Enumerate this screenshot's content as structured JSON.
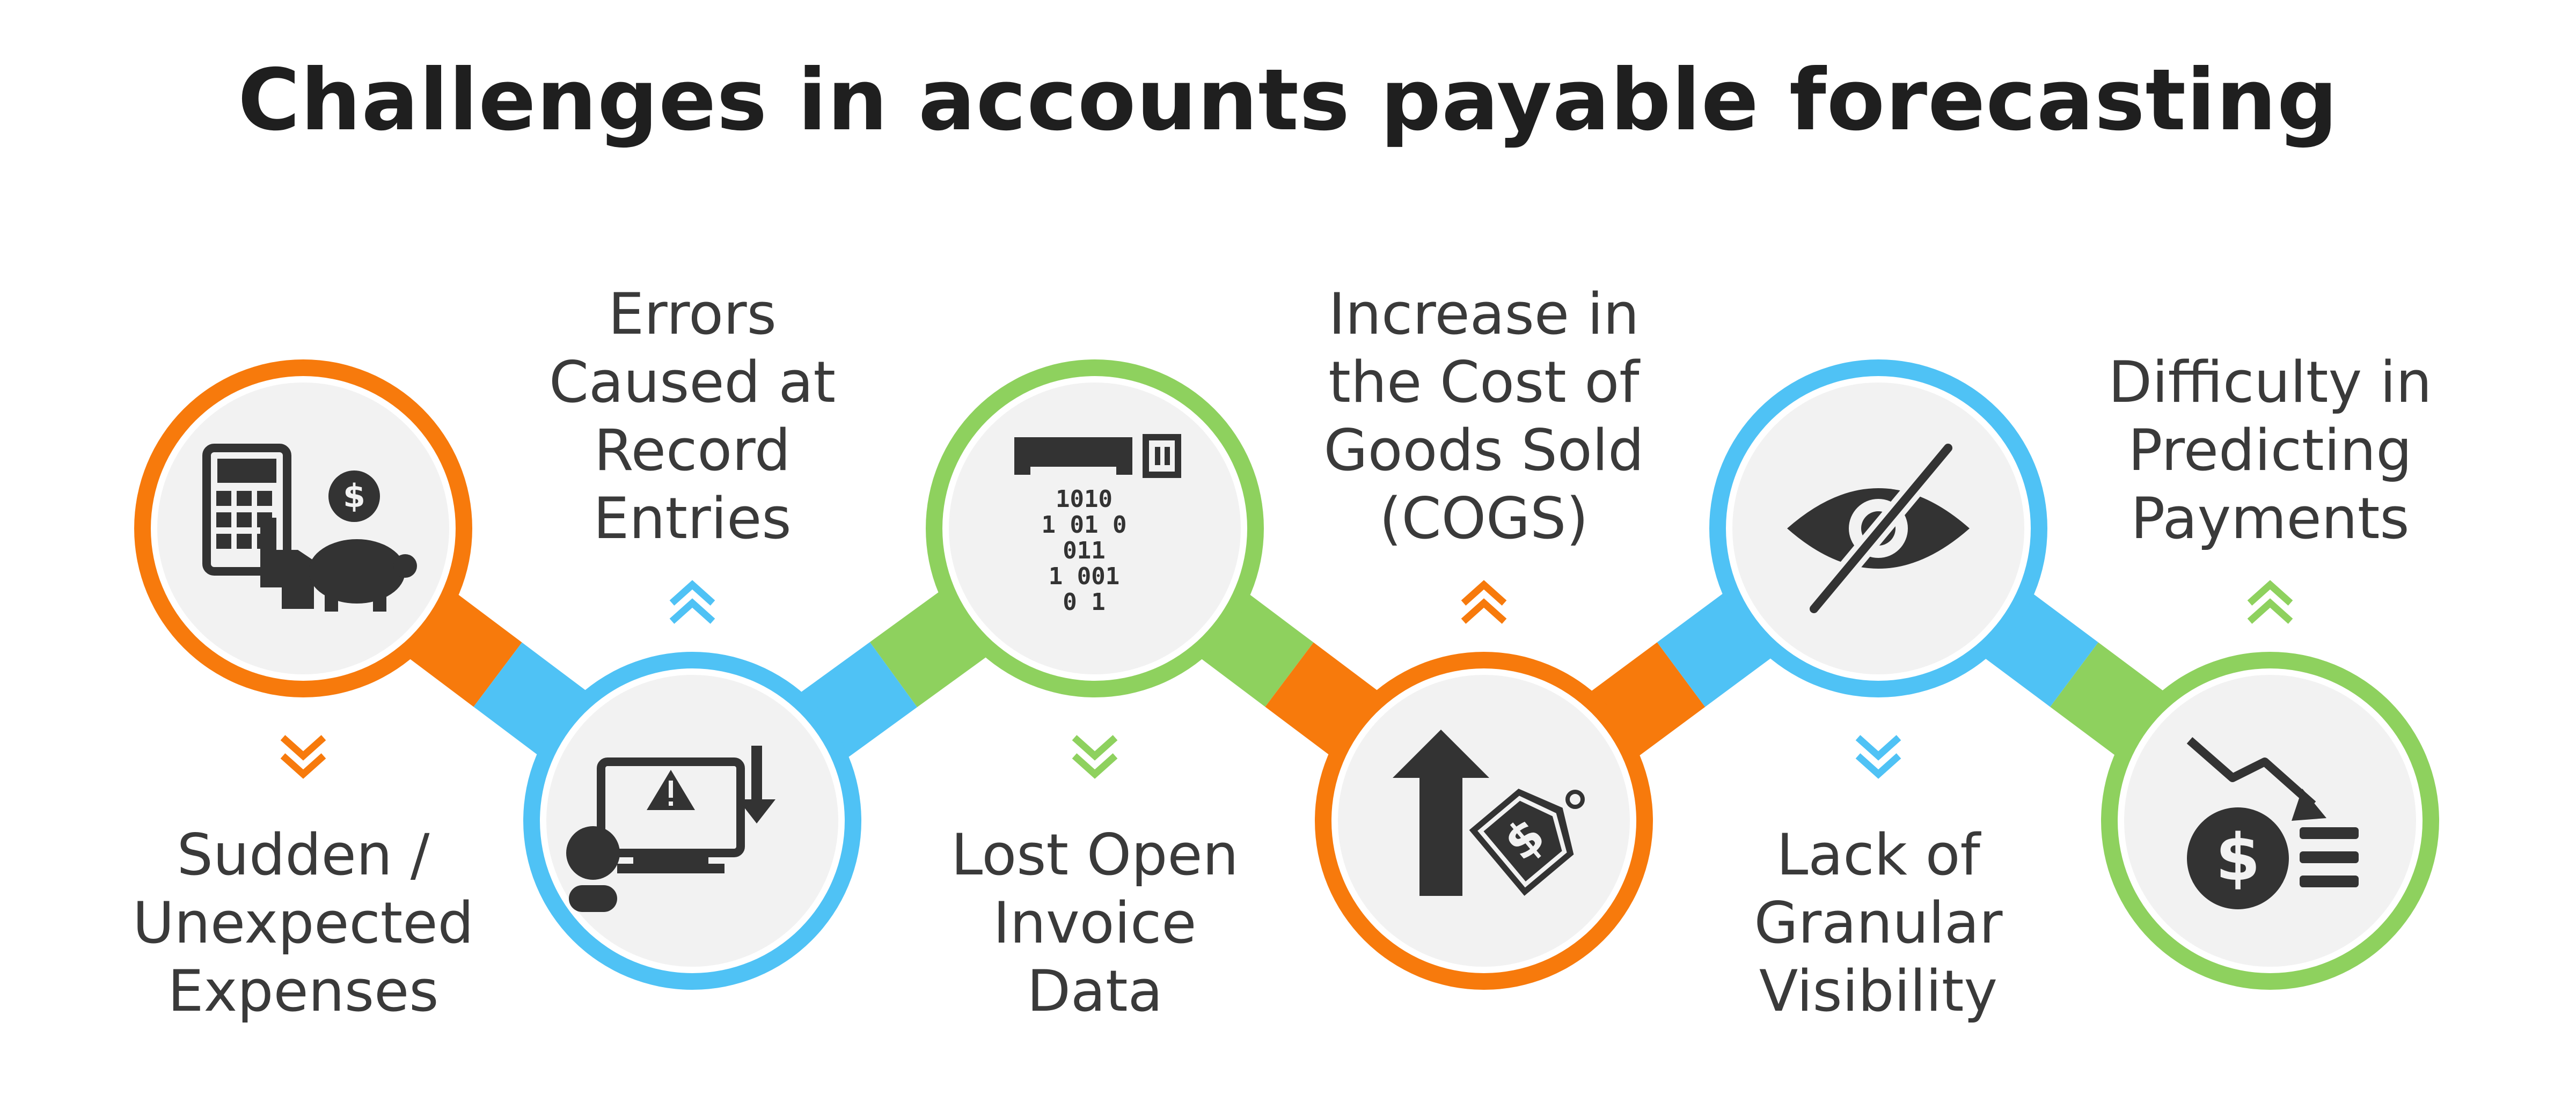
{
  "title": "Challenges in accounts payable forecasting",
  "colors": {
    "orange": "#F77A0C",
    "blue": "#4FC2F5",
    "green": "#8ED15E",
    "inner_fill": "#F2F2F2",
    "icon": "#333333",
    "text": "#3A3A3A",
    "title": "#1F1F1F"
  },
  "steps": [
    {
      "label_lines": [
        "Sudden /",
        "Unexpected",
        "Expenses"
      ],
      "color": "#F77A0C",
      "icon": "calculator-piggy-bank-icon",
      "position": "top",
      "arrow": "down"
    },
    {
      "label_lines": [
        "Errors",
        "Caused at",
        "Record",
        "Entries"
      ],
      "color": "#4FC2F5",
      "icon": "computer-error-icon",
      "position": "bottom",
      "arrow": "up"
    },
    {
      "label_lines": [
        "Lost Open",
        "Invoice",
        "Data"
      ],
      "color": "#8ED15E",
      "icon": "binary-data-loss-icon",
      "position": "top",
      "arrow": "down"
    },
    {
      "label_lines": [
        "Increase in",
        "the Cost of",
        "Goods Sold",
        "(COGS)"
      ],
      "color": "#F77A0C",
      "icon": "price-increase-icon",
      "position": "bottom",
      "arrow": "up"
    },
    {
      "label_lines": [
        "Lack of",
        "Granular",
        "Visibility"
      ],
      "color": "#4FC2F5",
      "icon": "eye-off-icon",
      "position": "top",
      "arrow": "down"
    },
    {
      "label_lines": [
        "Difficulty in",
        "Predicting",
        "Payments"
      ],
      "color": "#8ED15E",
      "icon": "dollar-decline-icon",
      "position": "bottom",
      "arrow": "up"
    }
  ]
}
